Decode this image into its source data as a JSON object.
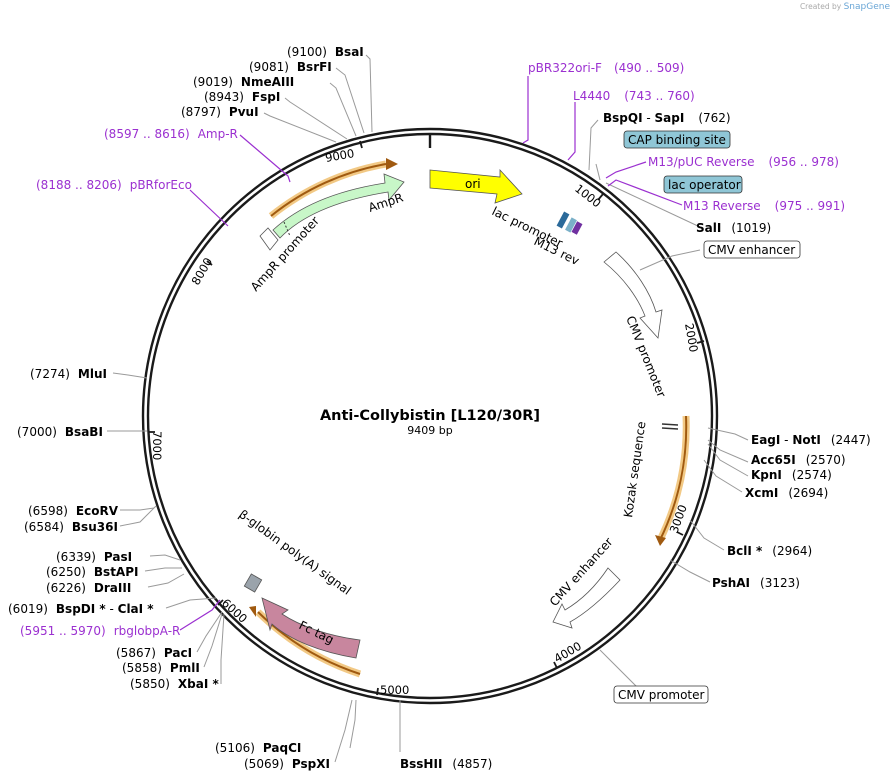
{
  "credit": {
    "prefix": "Created by",
    "brand": "SnapGene"
  },
  "plasmid": {
    "name": "Anti-Collybistin [L120/30R]",
    "length": "9409 bp"
  },
  "ticks": [
    "1000",
    "2000",
    "3000",
    "4000",
    "5000",
    "6000",
    "7000",
    "8000",
    "9000"
  ],
  "features": {
    "ori": "ori",
    "lac_promoter": "lac promoter",
    "m13_rev": "M13 rev",
    "ampr": "AmpR",
    "ampr_promoter": "AmpR promoter",
    "cmv_promoter": "CMV promoter",
    "kozak": "Kozak sequence",
    "cmv_enhancer": "CMV enhancer",
    "fc_tag": "Fc tag",
    "bglobin": "β-globin poly(A) signal"
  },
  "boxed": {
    "cap": "CAP binding site",
    "lac_operator": "lac operator",
    "cmv_enhancer_top": "CMV enhancer",
    "cmv_promoter_bottom": "CMV promoter"
  },
  "primers": [
    {
      "name": "pBR322ori-F",
      "range": "(490 .. 509)"
    },
    {
      "name": "L4440",
      "range": "(743 .. 760)"
    },
    {
      "name": "M13/pUC Reverse",
      "range": "(956 .. 978)"
    },
    {
      "name": "M13 Reverse",
      "range": "(975 .. 991)"
    },
    {
      "name": "Amp-R",
      "range": "(8597 .. 8616)"
    },
    {
      "name": "pBRforEco",
      "range": "(8188 .. 8206)"
    },
    {
      "name": "rbglobpA-R",
      "range": "(5951 .. 5970)"
    }
  ],
  "sites": [
    {
      "pos": "(9100)",
      "name": "BsaI"
    },
    {
      "pos": "(9081)",
      "name": "BsrFI"
    },
    {
      "pos": "(9019)",
      "name": "NmeAIII"
    },
    {
      "pos": "(8943)",
      "name": "FspI"
    },
    {
      "pos": "(8797)",
      "name": "PvuI"
    },
    {
      "name": "BspQI",
      "sep": " - ",
      "name2": "SapI",
      "pos": "(762)"
    },
    {
      "name": "SalI",
      "pos": "(1019)"
    },
    {
      "name": "EagI",
      "sep": " - ",
      "name2": "NotI",
      "pos": "(2447)"
    },
    {
      "name": "Acc65I",
      "pos": "(2570)"
    },
    {
      "name": "KpnI",
      "pos": "(2574)"
    },
    {
      "name": "XcmI",
      "pos": "(2694)"
    },
    {
      "name": "BclI *",
      "pos": "(2964)"
    },
    {
      "name": "PshAI",
      "pos": "(3123)"
    },
    {
      "name": "BssHII",
      "pos": "(4857)"
    },
    {
      "pos": "(5106)",
      "name": "PaqCI"
    },
    {
      "pos": "(5069)",
      "name": "PspXI"
    },
    {
      "pos": "(5867)",
      "name": "PacI"
    },
    {
      "pos": "(5858)",
      "name": "PmlI"
    },
    {
      "pos": "(5850)",
      "name": "XbaI *"
    },
    {
      "pos": "(6019)",
      "name": "BspDI *",
      "sep": " - ",
      "name2": "ClaI *"
    },
    {
      "pos": "(6339)",
      "name": "PasI"
    },
    {
      "pos": "(6250)",
      "name": "BstAPI"
    },
    {
      "pos": "(6226)",
      "name": "DraIII"
    },
    {
      "pos": "(6598)",
      "name": "EcoRV"
    },
    {
      "pos": "(6584)",
      "name": "Bsu36I"
    },
    {
      "pos": "(7274)",
      "name": "MluI"
    },
    {
      "pos": "(7000)",
      "name": "BsaBI"
    }
  ]
}
